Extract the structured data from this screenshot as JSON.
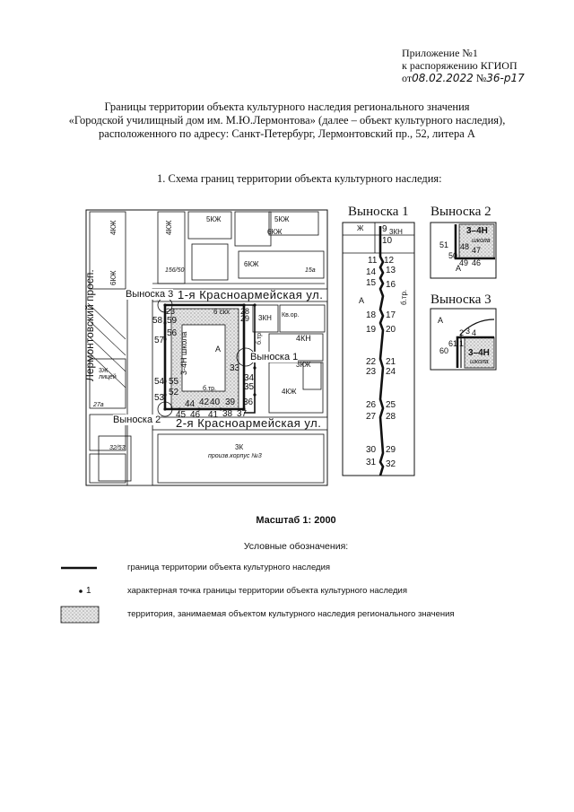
{
  "header": {
    "appendix": "Приложение №1",
    "order_line": "к распоряжению КГИОП",
    "date_prefix": "от",
    "date": "08.02.2022",
    "number_prefix": "№",
    "number": "36-р17"
  },
  "title": {
    "line1": "Границы территории объекта культурного наследия регионального значения",
    "line2": "«Городской училищный дом им. М.Ю.Лермонтова» (далее – объект культурного наследия),",
    "line3": "расположенного по адресу: Санкт-Петербург, Лермонтовский пр., 52, литера А"
  },
  "section_heading": "1.   Схема границ территории объекта культурного наследия:",
  "map": {
    "streets": {
      "north": "1-я Красноармейская ул.",
      "south": "2-я Красноармейская ул.",
      "west": "Лермонтовский просп."
    },
    "building_labels": {
      "school": "3-4Н школа",
      "skh": "6 скх",
      "kn3": "3КН",
      "kn4": "4КН",
      "kzh4_left": "4КЖ",
      "kzh6_left": "6КЖ",
      "kzh4_top": "4КЖ",
      "kzh6_top": "6КЖ",
      "kzh5": "5КЖ",
      "kzh5b": "5КЖ",
      "kzh3": "3КЖ",
      "kzh6_mid": "6КЖ",
      "kzh4_mid": "4КЖ",
      "kvor": "Кв.ор.",
      "zh3_lit": "3Ж лицей",
      "btr1": "б.тр.",
      "btr2": "б.тр.",
      "k3": "3К",
      "k3_note": "произв.корпус №3",
      "addr1": "156/50",
      "addr2": "15а",
      "addr3": "27а",
      "addr4": "32/53",
      "lit_a": "А"
    },
    "callout_labels": {
      "c1": "Выноска 1",
      "c2": "Выноска 2",
      "c3": "Выноска 3"
    },
    "points_west": [
      "58",
      "59",
      "57",
      "56",
      "55",
      "54",
      "52",
      "53"
    ],
    "points_south": [
      "44",
      "45",
      "46",
      "42",
      "40",
      "41",
      "39",
      "38",
      "37",
      "36"
    ],
    "points_east": [
      "28",
      "29",
      "33",
      "34",
      "35"
    ],
    "points_north": [
      "23"
    ]
  },
  "callouts": {
    "c1": {
      "title": "Выноска 1",
      "points": [
        "9",
        "10",
        "11",
        "12",
        "13",
        "14",
        "15",
        "16",
        "17",
        "18",
        "19",
        "20",
        "21",
        "22",
        "23",
        "24",
        "25",
        "26",
        "27",
        "28",
        "29",
        "30",
        "31",
        "32"
      ],
      "labels": {
        "zh": "Ж",
        "kn3": "3КН",
        "btr": "б.тр.",
        "a": "А"
      }
    },
    "c2": {
      "title": "Выноска 2",
      "points": [
        "51",
        "48",
        "47",
        "50",
        "49",
        "46"
      ],
      "labels": {
        "bld": "3–4Н",
        "school": "школа",
        "a": "А"
      }
    },
    "c3": {
      "title": "Выноска 3",
      "points": [
        "2",
        "3",
        "4",
        "1",
        "61",
        "60"
      ],
      "labels": {
        "bld": "3–4Н",
        "school": "школа",
        "a": "А"
      }
    }
  },
  "scale": "Масштаб 1: 2000",
  "legend": {
    "heading": "Условные обозначения:",
    "items": [
      {
        "symbol": "line",
        "text": "граница территории объекта культурного наследия"
      },
      {
        "symbol": "point",
        "marker": "1",
        "text": "характерная точка границы территории объекта культурного наследия"
      },
      {
        "symbol": "hatch",
        "text": "территория, занимаемая объектом культурного наследия регионального значения"
      }
    ]
  },
  "colors": {
    "ink": "#111111",
    "hatch": "#bdbdbd",
    "paper": "#ffffff"
  }
}
